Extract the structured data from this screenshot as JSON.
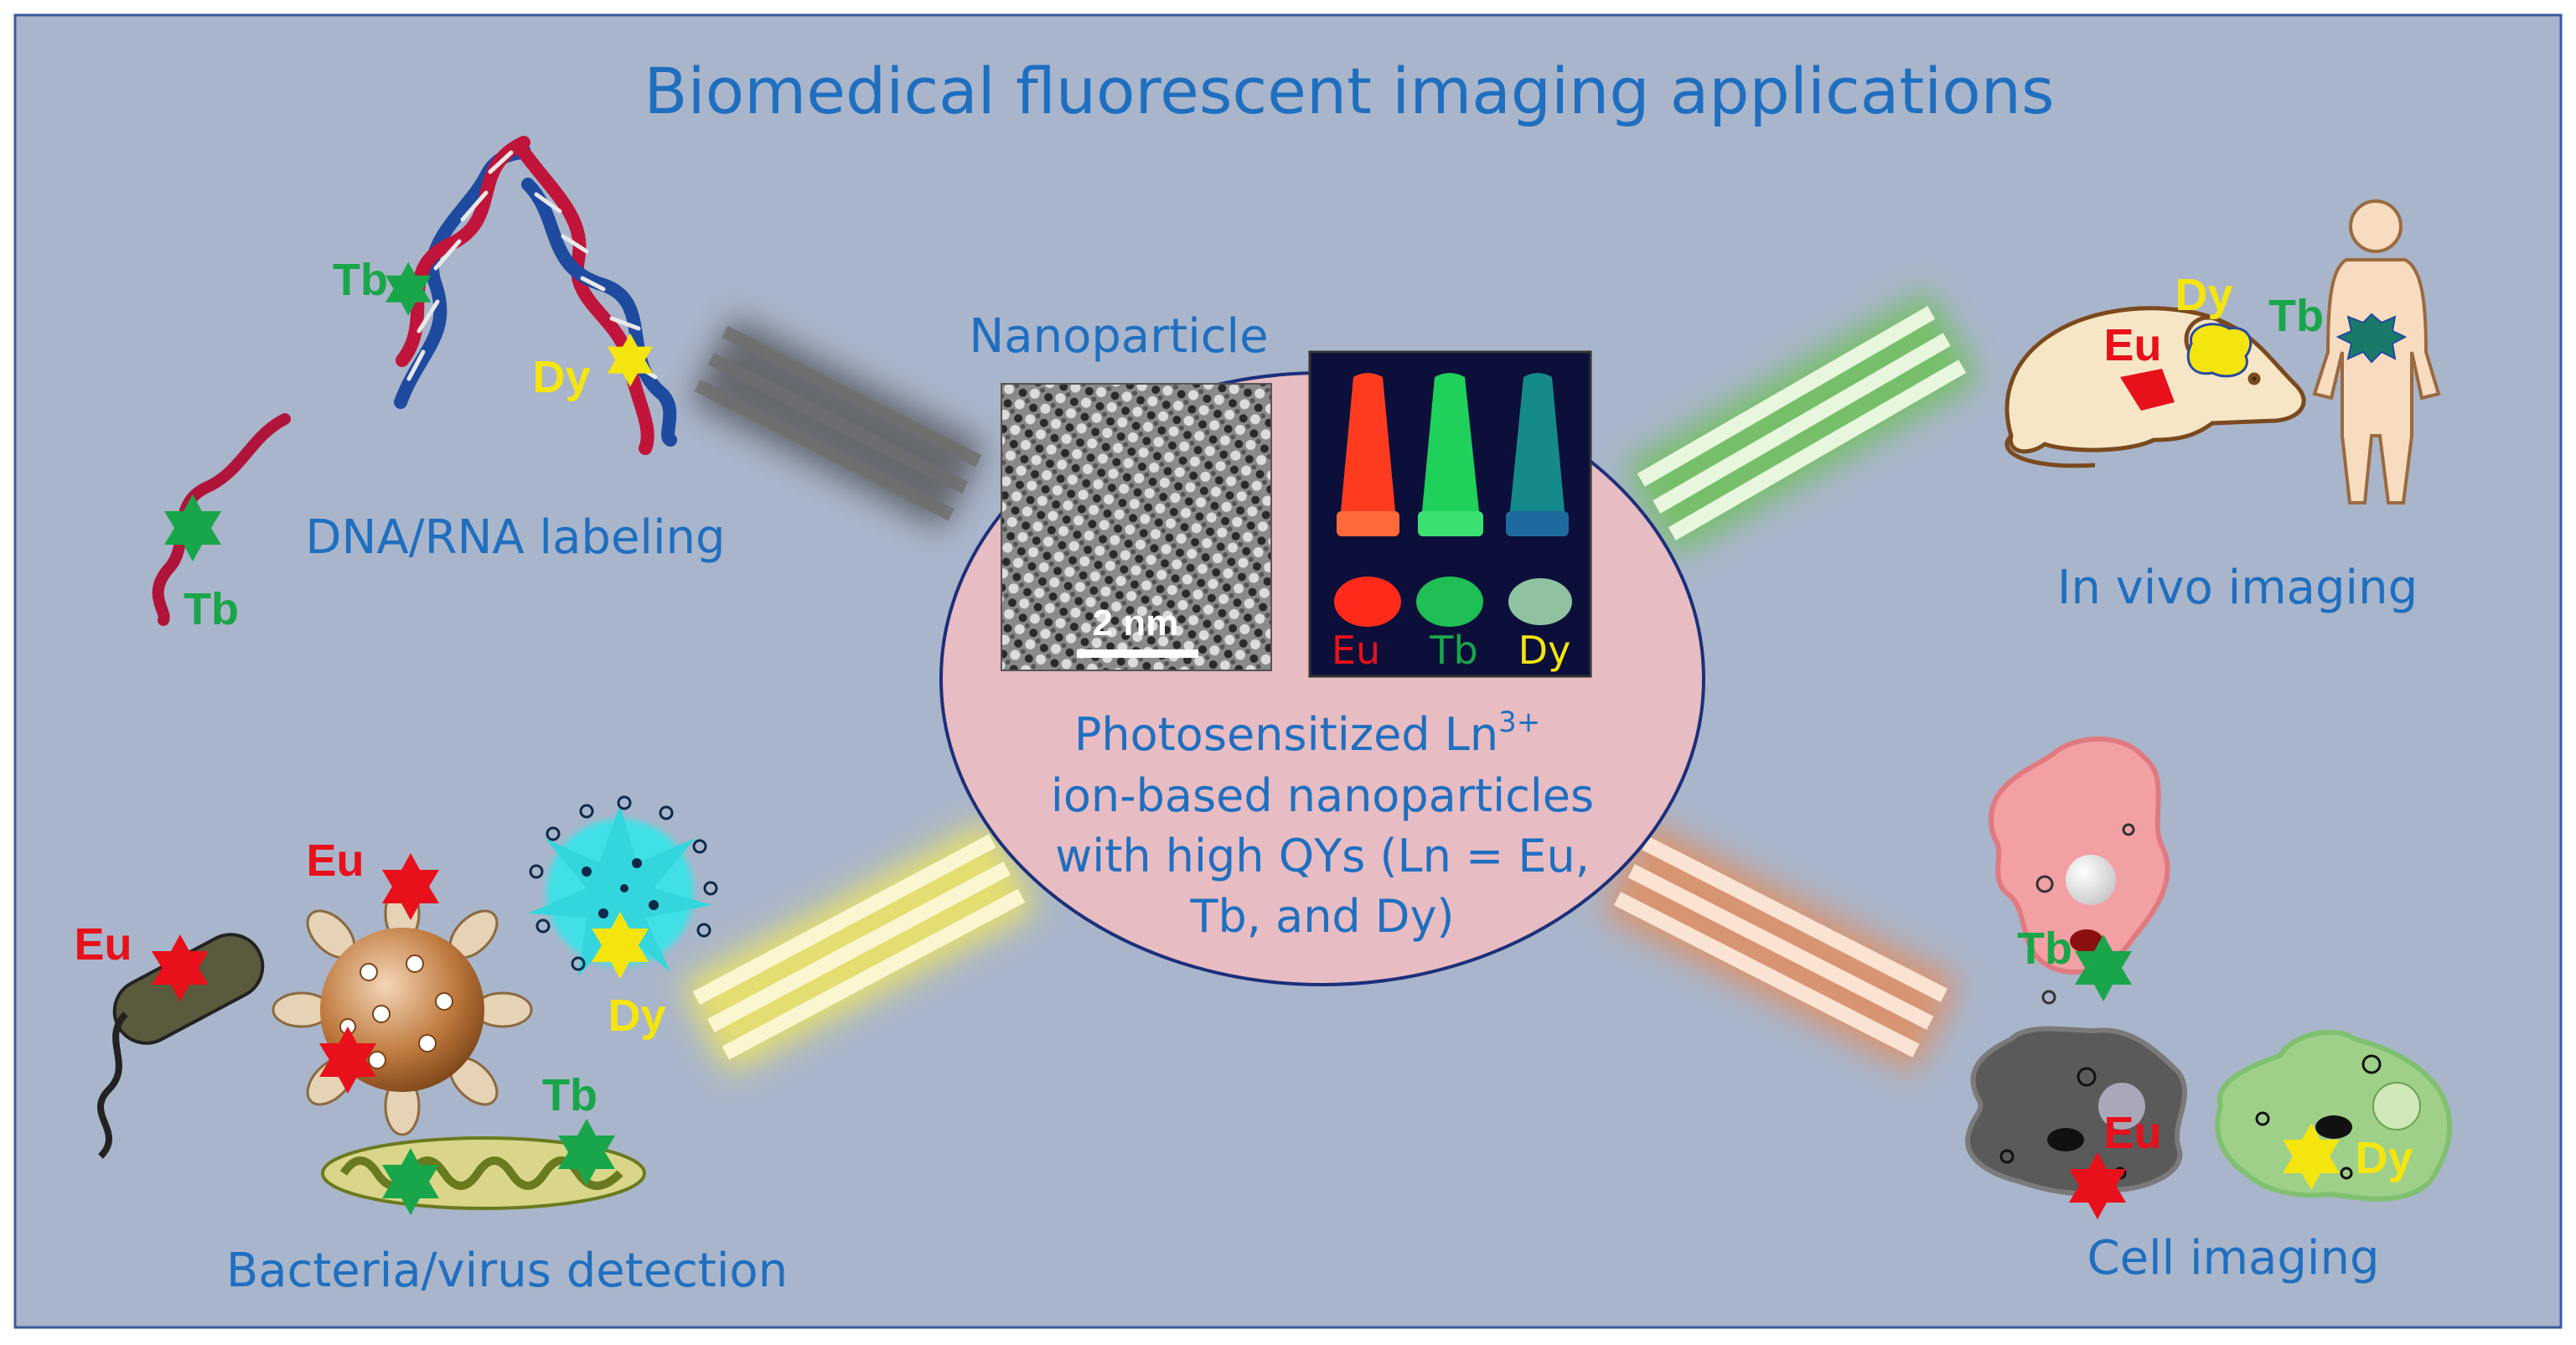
{
  "title": "Biomedical fluorescent imaging applications",
  "center": {
    "nanoparticle_label": "Nanoparticle",
    "scale_bar": "2 nm",
    "tube_labels": [
      "Eu",
      "Tb",
      "Dy"
    ],
    "description_lines": [
      "Photosensitized Ln",
      "ion-based nanoparticles",
      "with high QYs (Ln = Eu,",
      "Tb, and Dy)"
    ],
    "description_superscript": "3+"
  },
  "panels": {
    "dna": {
      "caption": "DNA/RNA labeling",
      "markers": [
        "Tb",
        "Dy",
        "Tb"
      ]
    },
    "bacteria": {
      "caption": "Bacteria/virus detection",
      "markers": [
        "Eu",
        "Eu",
        "Dy",
        "Tb"
      ]
    },
    "invivo": {
      "caption": "In vivo imaging",
      "markers": [
        "Eu",
        "Dy",
        "Tb"
      ]
    },
    "cell": {
      "caption": "Cell imaging",
      "markers": [
        "Tb",
        "Eu",
        "Dy"
      ]
    }
  },
  "colors": {
    "background": "#a9b5ca",
    "text_blue": "#1f6fc0",
    "eu": "#e8101a",
    "tb": "#19a64a",
    "dy": "#f5e50f"
  }
}
